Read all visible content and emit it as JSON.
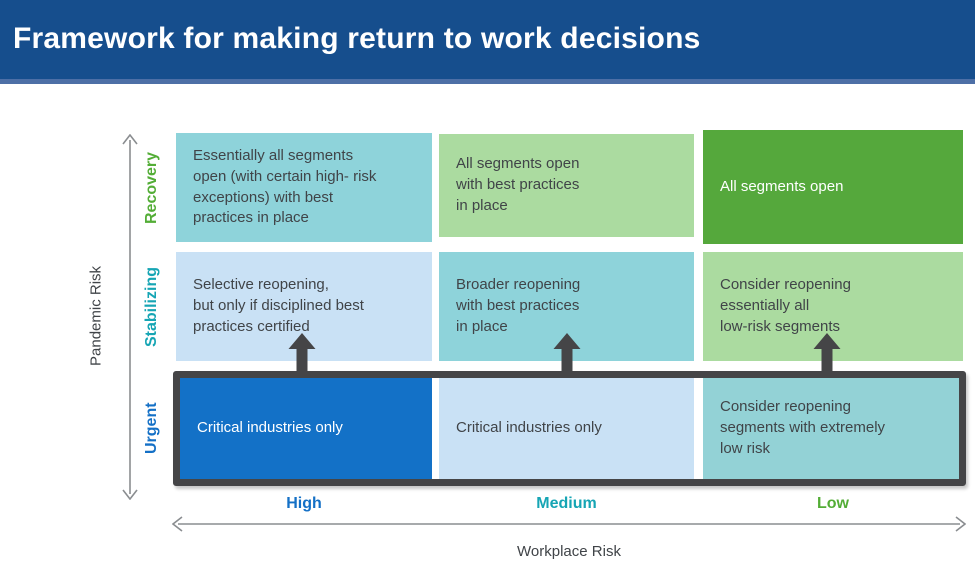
{
  "header": {
    "title": "Framework for making return to work decisions",
    "bg": "#164e8d",
    "border_color": "#4d6fa6"
  },
  "y_axis": {
    "label": "Pandemic Risk",
    "levels": [
      {
        "label": "Recovery",
        "color": "#53ad36"
      },
      {
        "label": "Stabilizing",
        "color": "#16a5b4"
      },
      {
        "label": "Urgent",
        "color": "#1470c6"
      }
    ]
  },
  "x_axis": {
    "label": "Workplace Risk",
    "levels": [
      {
        "label": "High",
        "color": "#1470c6"
      },
      {
        "label": "Medium",
        "color": "#16a5b4"
      },
      {
        "label": "Low",
        "color": "#53ad36"
      }
    ]
  },
  "cells": {
    "recovery_high": {
      "text": "Essentially all segments\nopen (with certain high- risk\nexceptions) with best\npractices in place",
      "bg": "#8ed3da",
      "fg": "#404448"
    },
    "recovery_medium": {
      "text": "All segments open\nwith best practices\nin place",
      "bg": "#abdba0",
      "fg": "#404448"
    },
    "recovery_low": {
      "text": "All segments open",
      "bg": "#55a83c",
      "fg": "#ffffff"
    },
    "stabilizing_high": {
      "text": "Selective reopening,\nbut only if disciplined best\npractices certified",
      "bg": "#c9e1f5",
      "fg": "#404448"
    },
    "stabilizing_medium": {
      "text": "Broader reopening\nwith best practices\nin place",
      "bg": "#8ed3da",
      "fg": "#404448"
    },
    "stabilizing_low": {
      "text": "Consider reopening\nessentially all\nlow-risk segments",
      "bg": "#abdba0",
      "fg": "#404448"
    },
    "urgent_high": {
      "text": "Critical industries only",
      "bg": "#1371c7",
      "fg": "#ffffff"
    },
    "urgent_medium": {
      "text": "Critical industries only",
      "bg": "#c9e1f5",
      "fg": "#404448"
    },
    "urgent_low": {
      "text": "Consider reopening\nsegments with extremely\nlow risk",
      "bg": "#93d2d6",
      "fg": "#404448"
    }
  },
  "highlight": {
    "box_color": "#454547",
    "arrow_color": "#454547"
  },
  "axis_arrow_color": "#8a8d90"
}
